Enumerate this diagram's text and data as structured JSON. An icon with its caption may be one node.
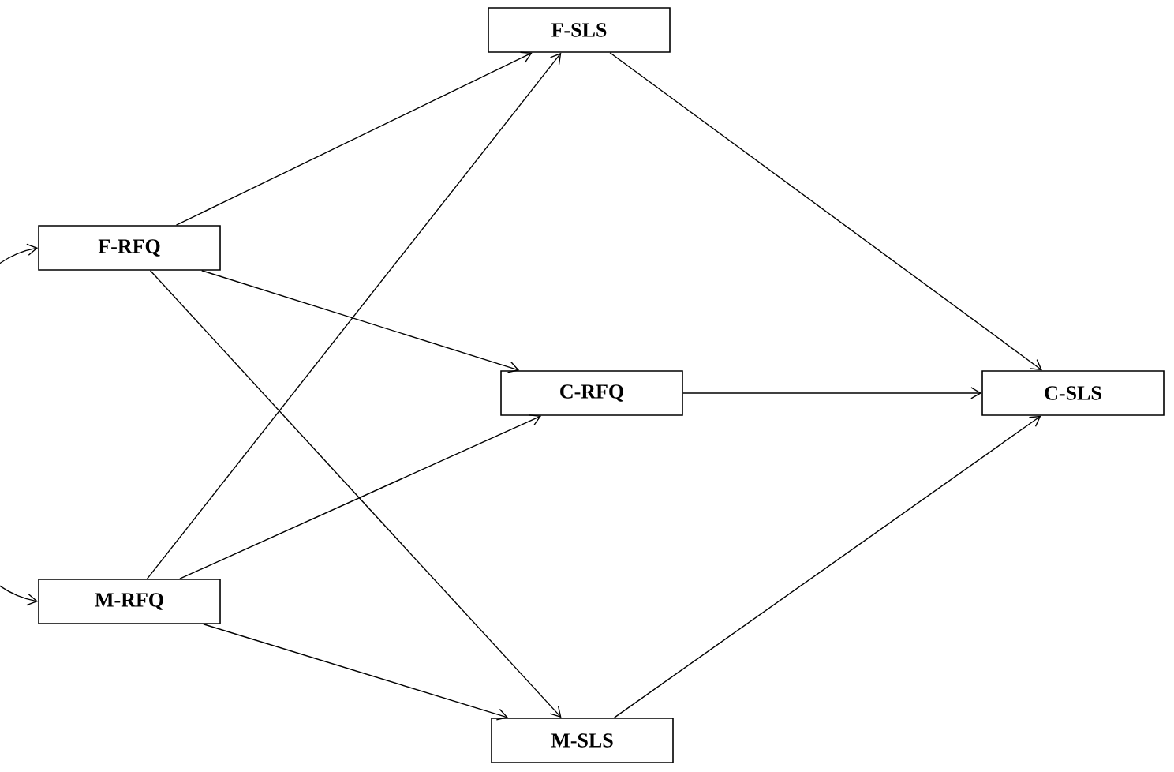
{
  "diagram": {
    "nodes": [
      {
        "text": [
          "F-SLS"
        ]
      },
      {
        "text": [
          "F-RFQ"
        ]
      },
      {
        "text": [
          "C-RFQ"
        ]
      },
      {
        "text": [
          "C-SLS"
        ]
      },
      {
        "text": [
          "M-RFQ"
        ]
      },
      {
        "text": [
          "M-SLS"
        ]
      }
    ],
    "edges": [
      {
        "from": 1,
        "to": 0,
        "arrow": "to"
      },
      {
        "from": 1,
        "to": 2,
        "arrow": "to"
      },
      {
        "from": 1,
        "to": 5,
        "arrow": "to"
      },
      {
        "from": 4,
        "to": 0,
        "arrow": "to"
      },
      {
        "from": 4,
        "to": 2,
        "arrow": "to"
      },
      {
        "from": 4,
        "to": 5,
        "arrow": "to"
      },
      {
        "from": 0,
        "to": 3,
        "arrow": "to"
      },
      {
        "from": 2,
        "to": 3,
        "arrow": "to"
      },
      {
        "from": 5,
        "to": 3,
        "arrow": "to"
      },
      {
        "from": 1,
        "to": 4,
        "arrow": "both"
      }
    ]
  }
}
